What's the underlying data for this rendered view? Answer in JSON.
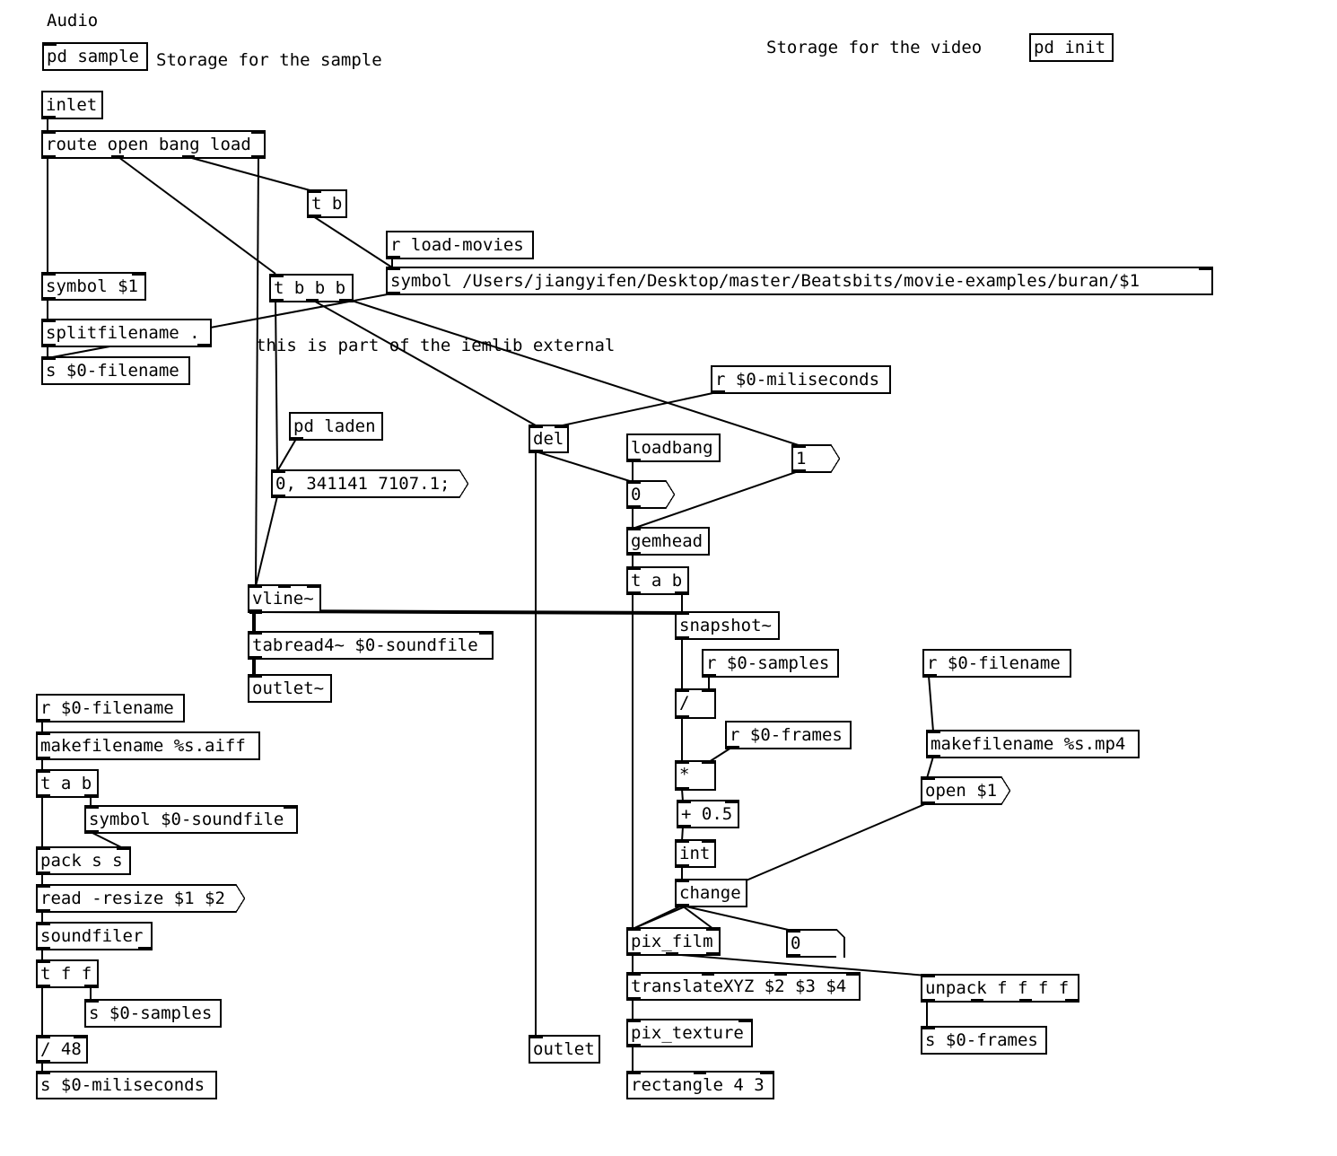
{
  "patch": {
    "comments": {
      "audio": "Audio",
      "storage_sample": "Storage for the sample",
      "storage_video": "Storage for the video",
      "iemlib_note": "this is part of the iemlib external"
    },
    "objects": {
      "pd_sample": "pd sample",
      "pd_init": "pd init",
      "inlet": "inlet",
      "route": "route open bang load",
      "t_b": "t b",
      "r_load_movies": "r load-movies",
      "symbol_path": "symbol /Users/jiangyifen/Desktop/master/Beatsbits/movie-examples/buran/$1",
      "symbol_1": "symbol $1",
      "t_bbb": "t b b b",
      "splitfilename": "splitfilename .",
      "s_filename": "s $0-filename",
      "r_miliseconds": "r $0-miliseconds",
      "pd_laden": "pd laden",
      "del": "del",
      "loadbang": "loadbang",
      "gemhead": "gemhead",
      "t_a_b_gem": "t a b",
      "vline": "vline~",
      "snapshot": "snapshot~",
      "tabread4": "tabread4~ $0-soundfile",
      "outlet_tilde": "outlet~",
      "r_samples": "r $0-samples",
      "div": "/",
      "r_frames": "r $0-frames",
      "mul": "*",
      "plus": "+ 0.5",
      "int": "int",
      "change": "change",
      "r_filename_video": "r $0-filename",
      "makefilename_mp4": "makefilename %s.mp4",
      "pix_film": "pix_film",
      "translate": "translateXYZ $2 $3 $4",
      "pix_texture": "pix_texture",
      "rectangle": "rectangle 4 3",
      "unpack": "unpack f f f f",
      "s_frames": "s $0-frames",
      "outlet": "outlet",
      "r_filename_audio": "r $0-filename",
      "makefilename_aiff": "makefilename %s.aiff",
      "t_a_b_audio": "t a b",
      "symbol_soundfile": "symbol $0-soundfile",
      "pack": "pack s s",
      "soundfiler": "soundfiler",
      "t_f_f": "t f f",
      "s_samples": "s $0-samples",
      "div48": "/ 48",
      "s_miliseconds": "s $0-miliseconds"
    },
    "messages": {
      "line_msg": "0, 341141 7107.1;",
      "msg_one": "1",
      "msg_zero": "0",
      "open_msg": "open $1",
      "read_msg": "read -resize $1 $2"
    },
    "number_box": {
      "value": "0"
    }
  }
}
